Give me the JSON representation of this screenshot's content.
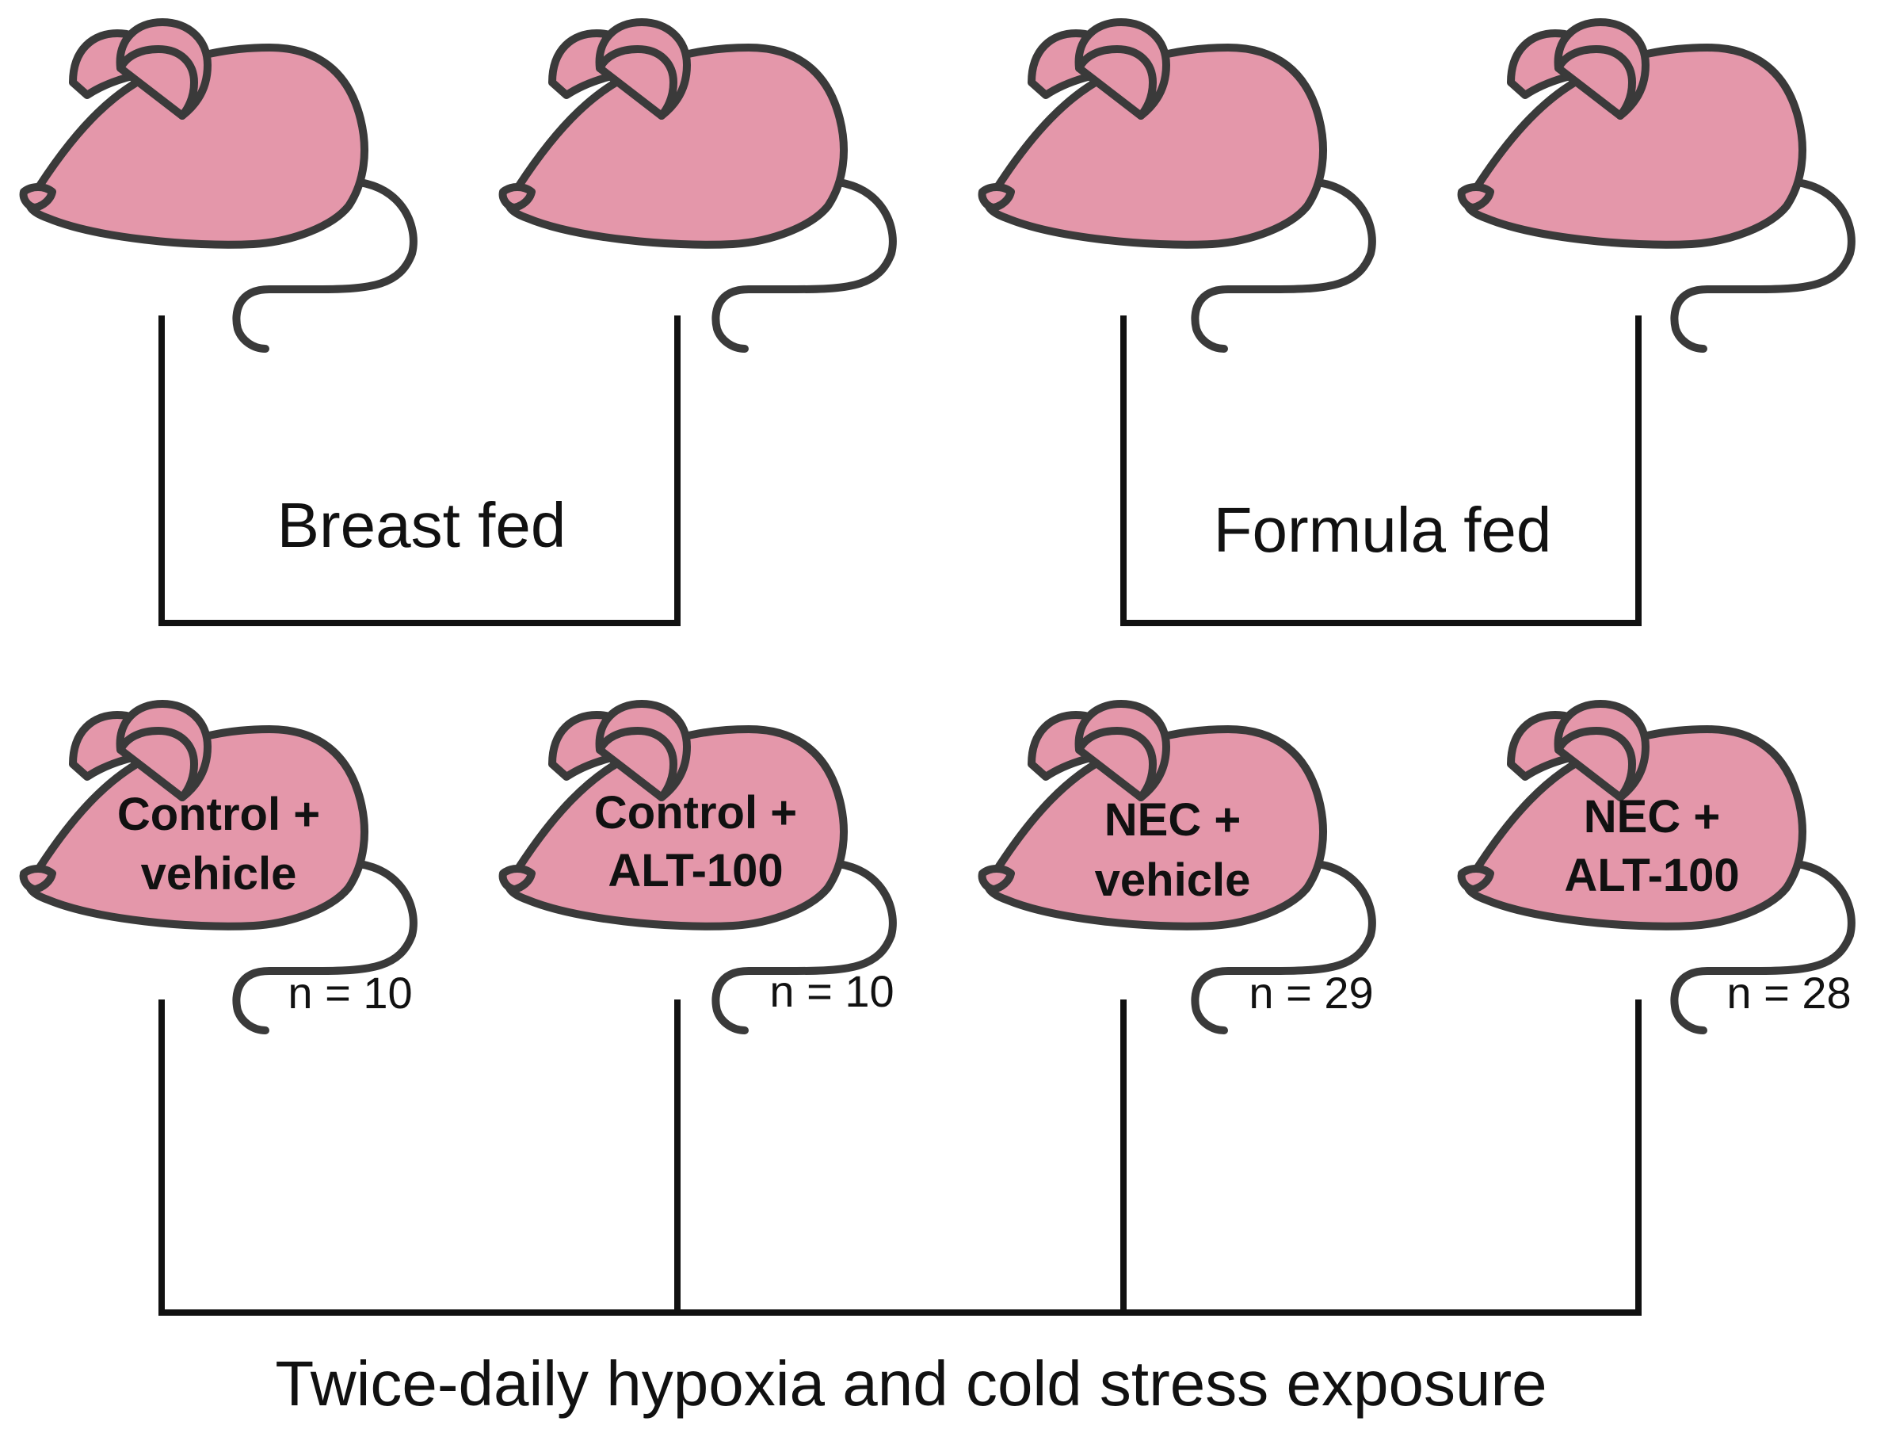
{
  "colors": {
    "mouse_fill": "#e497aa",
    "outline": "#3a3a3a",
    "line": "#111111"
  },
  "top_groups": [
    {
      "label": "Breast fed"
    },
    {
      "label": "Formula fed"
    }
  ],
  "bottom_mice": [
    {
      "line1": "Control +",
      "line2": "vehicle",
      "count": "n = 10"
    },
    {
      "line1": "Control +",
      "line2": "ALT-100",
      "count": "n = 10"
    },
    {
      "line1": "NEC +",
      "line2": "vehicle",
      "count": "n = 29"
    },
    {
      "line1": "NEC +",
      "line2": "ALT-100",
      "count": "n = 28"
    }
  ],
  "footer": {
    "label": "Twice-daily hypoxia and cold stress exposure"
  }
}
